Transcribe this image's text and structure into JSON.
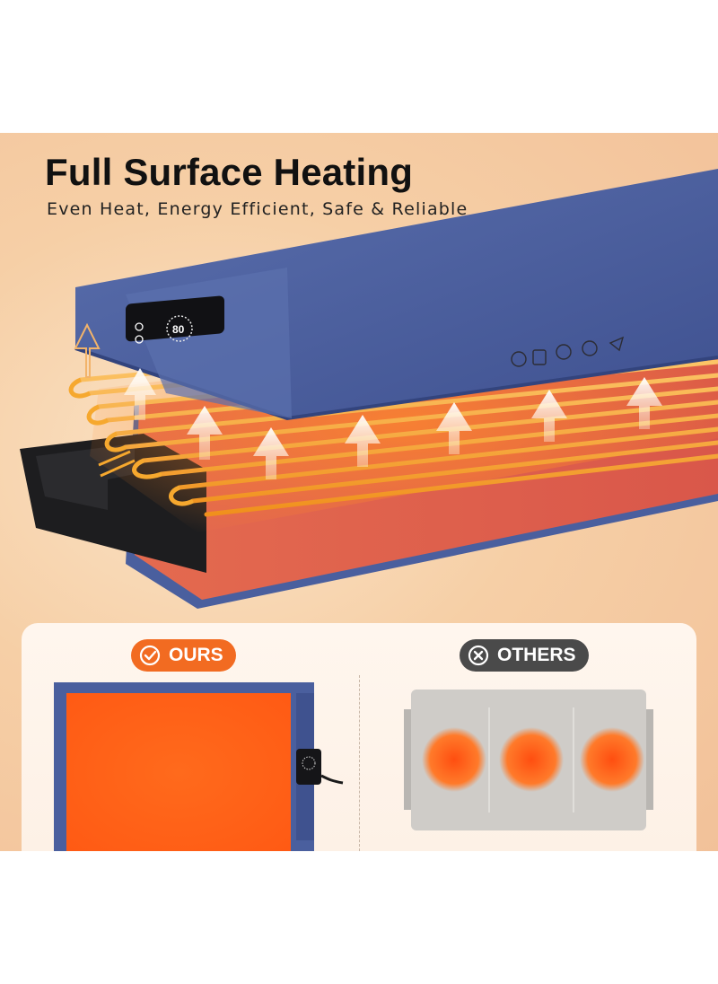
{
  "header": {
    "title": "Full Surface Heating",
    "subtitle": "Even Heat, Energy Efficient, Safe & Reliable"
  },
  "controller_display": {
    "temperature_text": "80"
  },
  "comparison": {
    "ours_label": "OURS",
    "others_label": "OTHERS"
  },
  "colors": {
    "mat_blue": "#4c5f9a",
    "heat_orange": "#f26b21",
    "element_gold": "#ffb23a",
    "others_gray": "#4a4a4a"
  },
  "icons": {
    "ours_badge": "check-circle-icon",
    "others_badge": "x-circle-icon",
    "heat_flow": "up-arrow-icon"
  }
}
